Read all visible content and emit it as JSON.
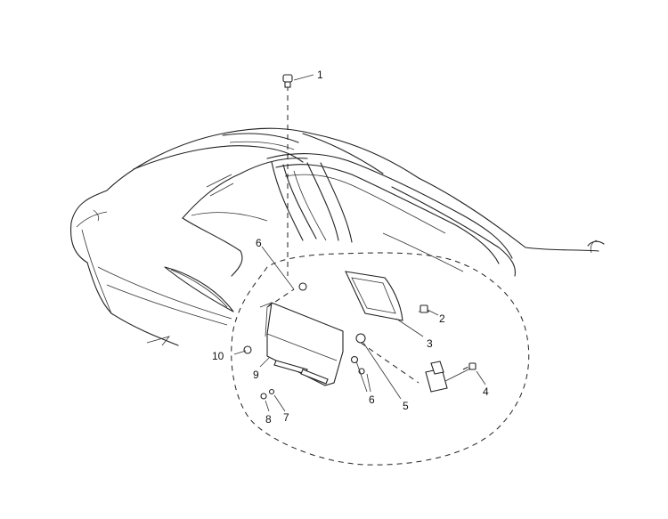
{
  "callouts": [
    {
      "id": "c1",
      "text": "1"
    },
    {
      "id": "c2",
      "text": "2"
    },
    {
      "id": "c3",
      "text": "3"
    },
    {
      "id": "c4",
      "text": "4"
    },
    {
      "id": "c5",
      "text": "5"
    },
    {
      "id": "c6a",
      "text": "6"
    },
    {
      "id": "c6b",
      "text": "6"
    },
    {
      "id": "c7",
      "text": "7"
    },
    {
      "id": "c8",
      "text": "8"
    },
    {
      "id": "c9",
      "text": "9"
    },
    {
      "id": "c10",
      "text": "10"
    }
  ]
}
